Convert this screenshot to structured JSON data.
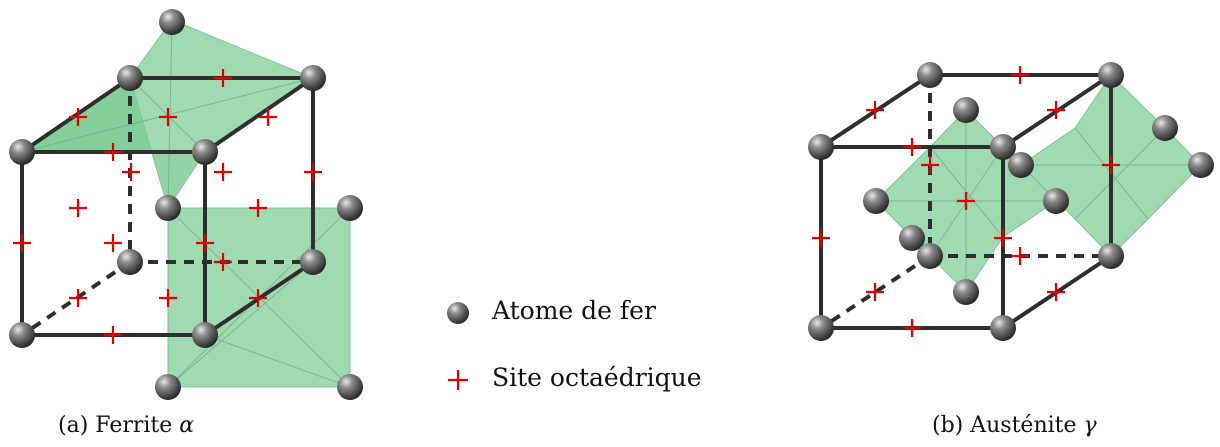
{
  "legend": {
    "atom_label": "Atome de fer",
    "site_label": "Site octaédrique"
  },
  "captions": {
    "ferrite_prefix": "(a) Ferrite ",
    "ferrite_symbol": "α",
    "austenite_prefix": "(b) Austénite ",
    "austenite_symbol": "γ"
  },
  "colors": {
    "octahedron_fill": "#8fd3a2",
    "octahedron_edge": "#6fb787",
    "cube_edge": "#2e2e2e",
    "atom": "#555555",
    "site_marker": "#e00000"
  },
  "icons": [
    "iron-atom-icon",
    "octahedral-site-icon"
  ]
}
